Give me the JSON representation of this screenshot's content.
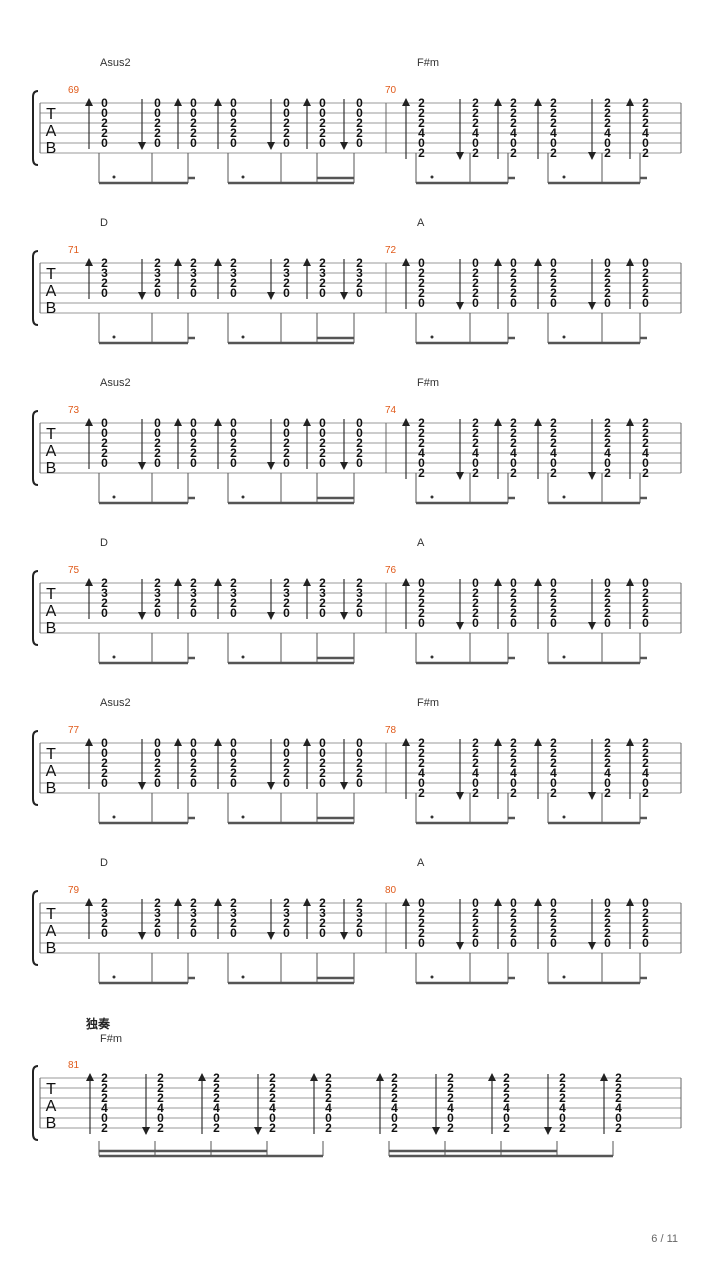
{
  "pattern_a": [
    {
      "dir": "up",
      "beam": "b1",
      "dot": false
    },
    {
      "dir": "down",
      "beam": "b1",
      "dot": true
    },
    {
      "dir": "up",
      "beam": "b1",
      "dot": false
    },
    {
      "dir": "up",
      "beam": "b2",
      "dot": false
    },
    {
      "dir": "down",
      "beam": "b2",
      "dot": true
    },
    {
      "dir": "up",
      "beam": "b2",
      "dot": false
    },
    {
      "dir": "down",
      "beam": "b2",
      "dot": false
    }
  ],
  "pattern_b": [
    {
      "dir": "up",
      "beam": "b1",
      "dot": false
    },
    {
      "dir": "down",
      "beam": "b1",
      "dot": true
    },
    {
      "dir": "up",
      "beam": "b1",
      "dot": false
    },
    {
      "dir": "up",
      "beam": "b2",
      "dot": false
    },
    {
      "dir": "down",
      "beam": "b2",
      "dot": true
    },
    {
      "dir": "up",
      "beam": "b2",
      "dot": false
    }
  ],
  "pattern_solo": [
    "up",
    "down",
    "up",
    "down",
    "up"
  ],
  "chords": {
    "Asus2": [
      "0",
      "0",
      "2",
      "2",
      "0"
    ],
    "F#m": [
      "2",
      "2",
      "2",
      "4",
      "0",
      "2"
    ],
    "D": [
      "2",
      "3",
      "2",
      "0"
    ],
    "A": [
      "0",
      "2",
      "2",
      "2",
      "0"
    ]
  },
  "systems": [
    {
      "measures": [
        {
          "number": "69",
          "chord": "Asus2",
          "pattern": "a"
        },
        {
          "number": "70",
          "chord": "F#m",
          "pattern": "b"
        }
      ]
    },
    {
      "measures": [
        {
          "number": "71",
          "chord": "D",
          "pattern": "a"
        },
        {
          "number": "72",
          "chord": "A",
          "pattern": "b"
        }
      ]
    },
    {
      "measures": [
        {
          "number": "73",
          "chord": "Asus2",
          "pattern": "a"
        },
        {
          "number": "74",
          "chord": "F#m",
          "pattern": "b"
        }
      ]
    },
    {
      "measures": [
        {
          "number": "75",
          "chord": "D",
          "pattern": "a"
        },
        {
          "number": "76",
          "chord": "A",
          "pattern": "b"
        }
      ]
    },
    {
      "measures": [
        {
          "number": "77",
          "chord": "Asus2",
          "pattern": "a"
        },
        {
          "number": "78",
          "chord": "F#m",
          "pattern": "b"
        }
      ]
    },
    {
      "measures": [
        {
          "number": "79",
          "chord": "D",
          "pattern": "a"
        },
        {
          "number": "80",
          "chord": "A",
          "pattern": "b"
        }
      ]
    }
  ],
  "solo": {
    "section_label": "独奏",
    "number": "81",
    "chord": "F#m"
  },
  "tab_letters": [
    "T",
    "A",
    "B"
  ],
  "page_number": "6 / 11"
}
